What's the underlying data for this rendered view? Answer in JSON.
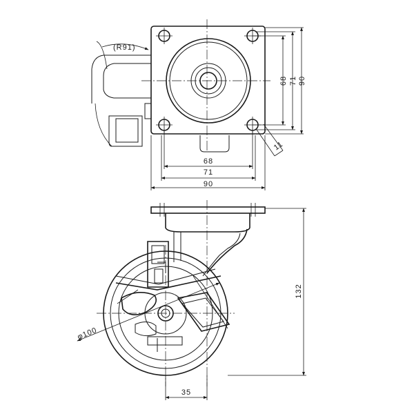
{
  "top_view": {
    "radius_label": "(R91)",
    "vertical_dims": [
      "68",
      "71",
      "90"
    ],
    "horizontal_dims": [
      "68",
      "71",
      "90"
    ],
    "bolt_hole_label": "11"
  },
  "side_view": {
    "wheel_diameter_label": "φ100",
    "height_label": "132",
    "offset_label": "35"
  }
}
